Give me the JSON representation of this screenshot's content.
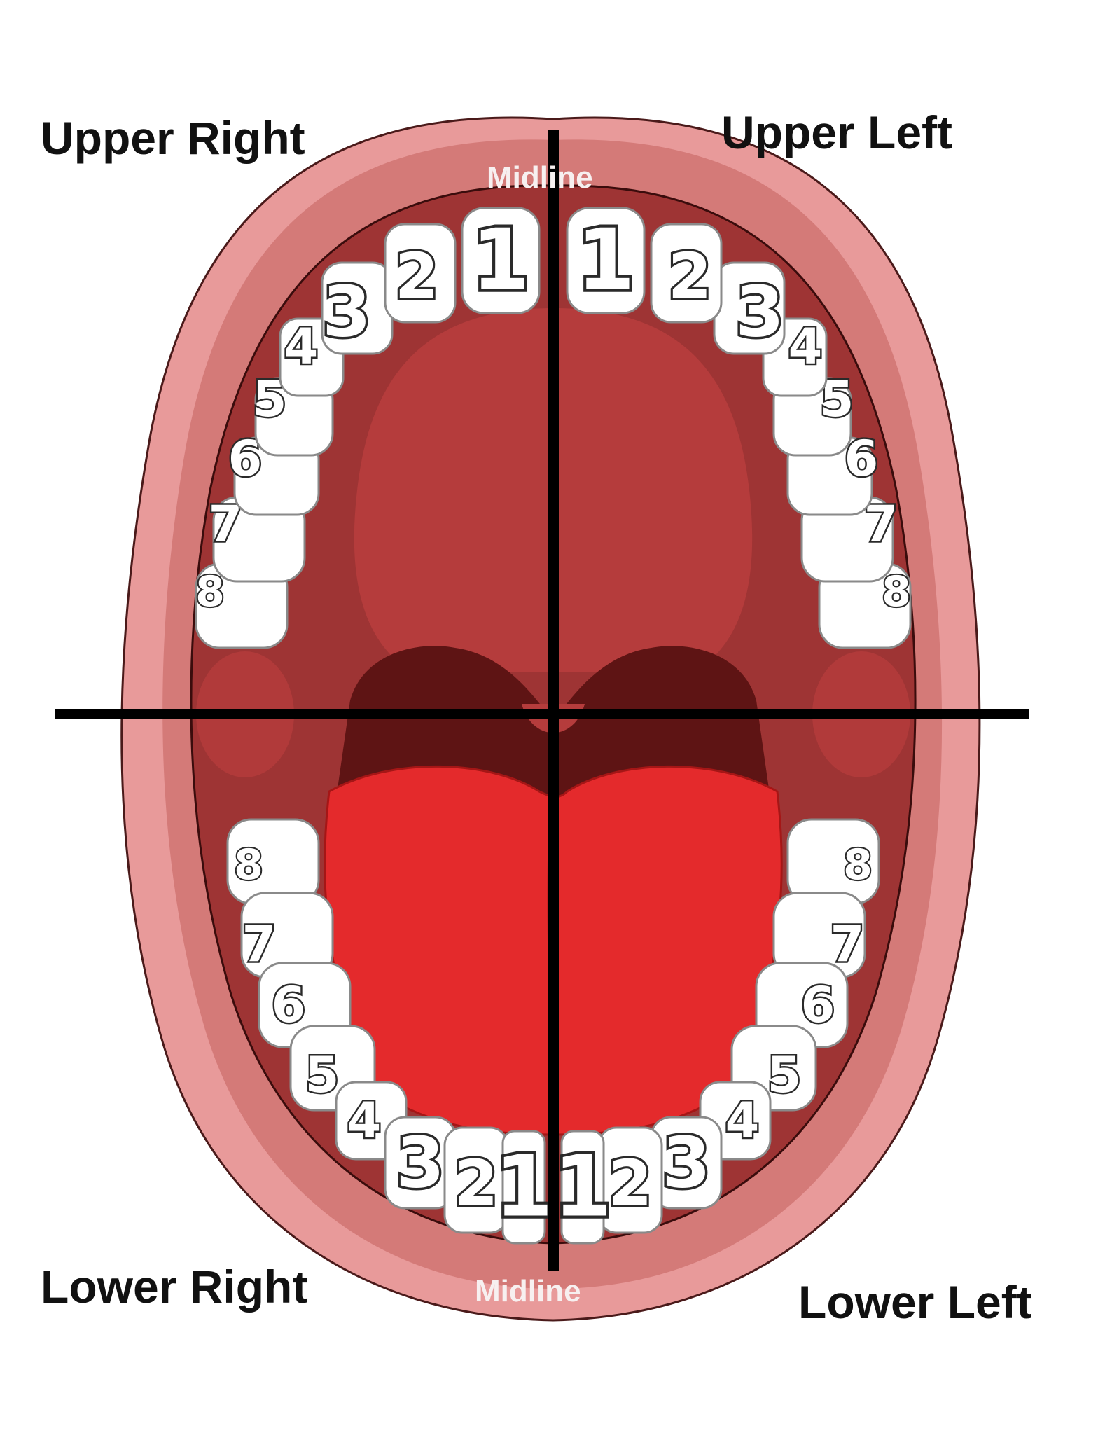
{
  "labels": {
    "upper_right": "Upper Right",
    "upper_left": "Upper Left",
    "lower_right": "Lower Right",
    "lower_left": "Lower Left",
    "midline_top": "Midline",
    "midline_bottom": "Midline"
  },
  "quadrants": {
    "upper_right": [
      "1",
      "2",
      "3",
      "4",
      "5",
      "6",
      "7",
      "8"
    ],
    "upper_left": [
      "1",
      "2",
      "3",
      "4",
      "5",
      "6",
      "7",
      "8"
    ],
    "lower_right": [
      "1",
      "2",
      "3",
      "4",
      "5",
      "6",
      "7",
      "8"
    ],
    "lower_left": [
      "1",
      "2",
      "3",
      "4",
      "5",
      "6",
      "7",
      "8"
    ]
  },
  "colors": {
    "outer_lip": "#e89a9a",
    "lip_edge": "#d47a78",
    "mouth_cavity": "#9e3434",
    "palate": "#b53c3c",
    "throat": "#5e1414",
    "tongue": "#e42a2c",
    "tooth": "#ffffff",
    "divider": "#000000"
  }
}
